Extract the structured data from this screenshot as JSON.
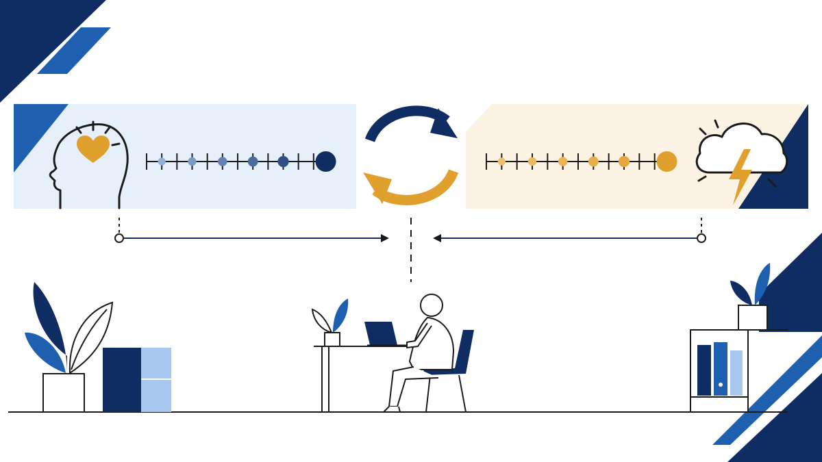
{
  "colors": {
    "navy": "#0f2d63",
    "blue": "#1f5fb0",
    "mid_blue": "#3f73c4",
    "light_blue": "#a9c8ef",
    "pale_blue_panel": "#e6f0fb",
    "gold": "#e0a02e",
    "light_gold": "#f2c57a",
    "pale_gold_panel": "#fcf3e4",
    "line": "#1a1a1a",
    "white": "#ffffff"
  },
  "left_panel": {
    "icon": "head-with-heart-icon",
    "scale_levels": [
      0.15,
      0.3,
      0.45,
      0.6,
      0.78,
      1.0
    ]
  },
  "right_panel": {
    "icon": "storm-cloud-lightning-icon",
    "scale_levels": [
      0.15,
      0.3,
      0.45,
      0.6,
      0.78,
      1.0
    ]
  },
  "cycle": {
    "icon": "cycle-arrows-icon",
    "top_arrow_color": "navy",
    "bottom_arrow_color": "gold"
  },
  "scene": {
    "left": "plant-and-cabinet",
    "center": "person-at-laptop-desk",
    "right": "bookshelf-with-plant"
  }
}
